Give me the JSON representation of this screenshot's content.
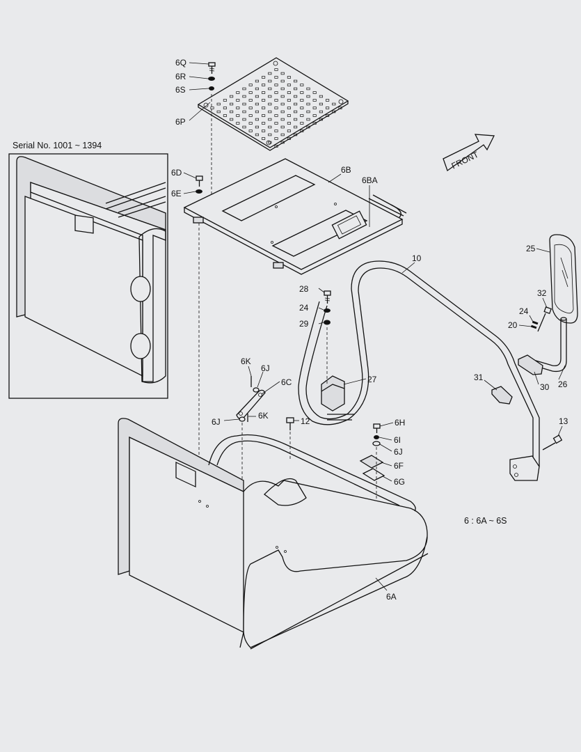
{
  "diagram": {
    "inset_caption": "Serial No. 1001 ~ 1394",
    "direction_label": "FRONT",
    "group_note": "6 : 6A ~ 6S",
    "callouts": {
      "c6Q": "6Q",
      "c6R": "6R",
      "c6S": "6S",
      "c6P": "6P",
      "c6D": "6D",
      "c6E": "6E",
      "c6B": "6B",
      "c6BA": "6BA",
      "c10": "10",
      "c25": "25",
      "c28": "28",
      "c24a": "24",
      "c29": "29",
      "c32": "32",
      "c24b": "24",
      "c20": "20",
      "c27": "27",
      "c31": "31",
      "c30": "30",
      "c26": "26",
      "c6K": "6K",
      "c6J": "6J",
      "c6C": "6C",
      "c6Jb": "6J",
      "c6Kb": "6K",
      "c12": "12",
      "c6H": "6H",
      "c6I": "6I",
      "c6Jc": "6J",
      "c6F": "6F",
      "c6G": "6G",
      "c13": "13",
      "c6A": "6A"
    }
  }
}
